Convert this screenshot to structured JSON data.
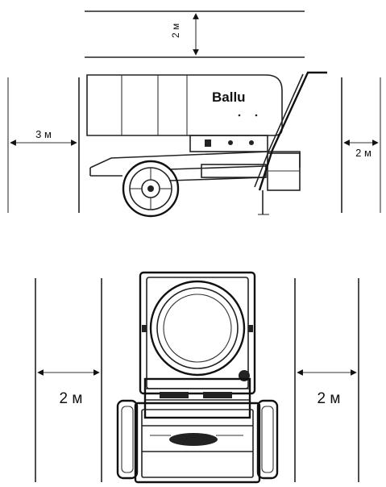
{
  "side_view": {
    "ceiling_clearance_label": "2 м",
    "left_clearance_label": "3 м",
    "right_clearance_label": "2 м",
    "brand_label": "Ballu"
  },
  "top_view": {
    "left_clearance_label": "2 м",
    "right_clearance_label": "2 м"
  }
}
